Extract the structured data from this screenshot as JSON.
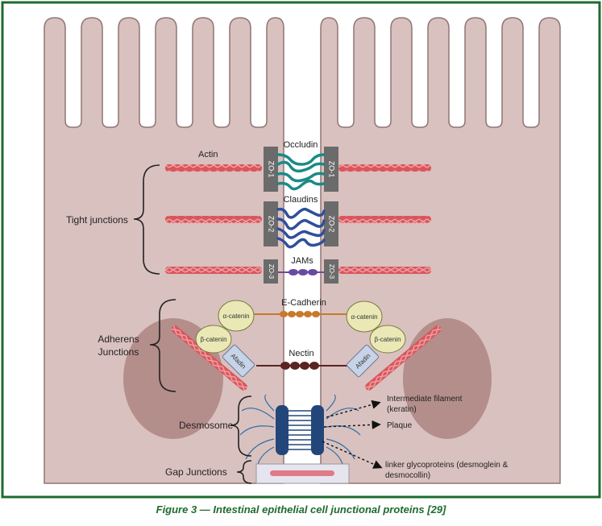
{
  "figure": {
    "caption": "Figure 3 — Intestinal epithelial cell junctional proteins [29]"
  },
  "labels": {
    "actin": "Actin",
    "occludin": "Occludin",
    "claudins": "Claudins",
    "jams": "JAMs",
    "e_cadherin": "E-Cadherin",
    "nectin": "Nectin",
    "tight_junctions": "Tight junctions",
    "adherens_line1": "Adherens",
    "adherens_line2": "Junctions",
    "desmosome": "Desmosome",
    "gap_junctions": "Gap Junctions",
    "intermediate_filament_line1": "Intermediate filament",
    "intermediate_filament_line2": "(keratin)",
    "plaque": "Plaque",
    "linker_line1": "linker glycoproteins (desmoglein &",
    "linker_line2": "desmocollin)"
  },
  "zo_labels": {
    "zo1": "ZO-1",
    "zo2": "ZO-2",
    "zo3": "ZO-3"
  },
  "protein_labels": {
    "alpha_catenin": "α-catenin",
    "beta_catenin": "β-catenin",
    "afadin": "Afadin"
  },
  "colors": {
    "frame": "#1e6b2e",
    "cell_fill": "#d9c1bf",
    "cell_stroke": "#8f7674",
    "nucleus": "#b48e8b",
    "actin": "#d9565c",
    "zo_box": "#6b6b6b",
    "occludin": "#1b8a86",
    "claudin": "#2f4f9c",
    "jam": "#6a4aa0",
    "cadherin": "#c8792a",
    "nectin": "#5a2420",
    "catenin": "#eae9b6",
    "afadin": "#c7d3e6",
    "desmosome": "#23467a"
  }
}
